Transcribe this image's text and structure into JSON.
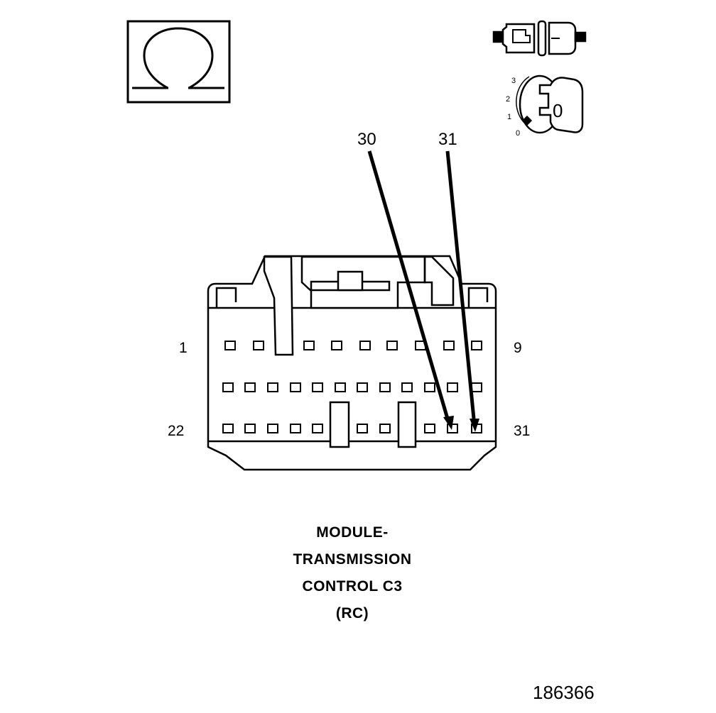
{
  "meter_symbol": "Ω",
  "ignition": {
    "positions": [
      "3",
      "2",
      "1",
      "0"
    ],
    "key_label": "0"
  },
  "callouts": [
    {
      "label": "30",
      "pin": 30
    },
    {
      "label": "31",
      "pin": 31
    }
  ],
  "pin_labels": {
    "row1_left": "1",
    "row1_right": "9",
    "row3_left": "22",
    "row3_right": "31"
  },
  "caption": {
    "line1": "MODULE-",
    "line2": "TRANSMISSION",
    "line3": "CONTROL C3",
    "line4": "(RC)"
  },
  "figure_number": "186366"
}
